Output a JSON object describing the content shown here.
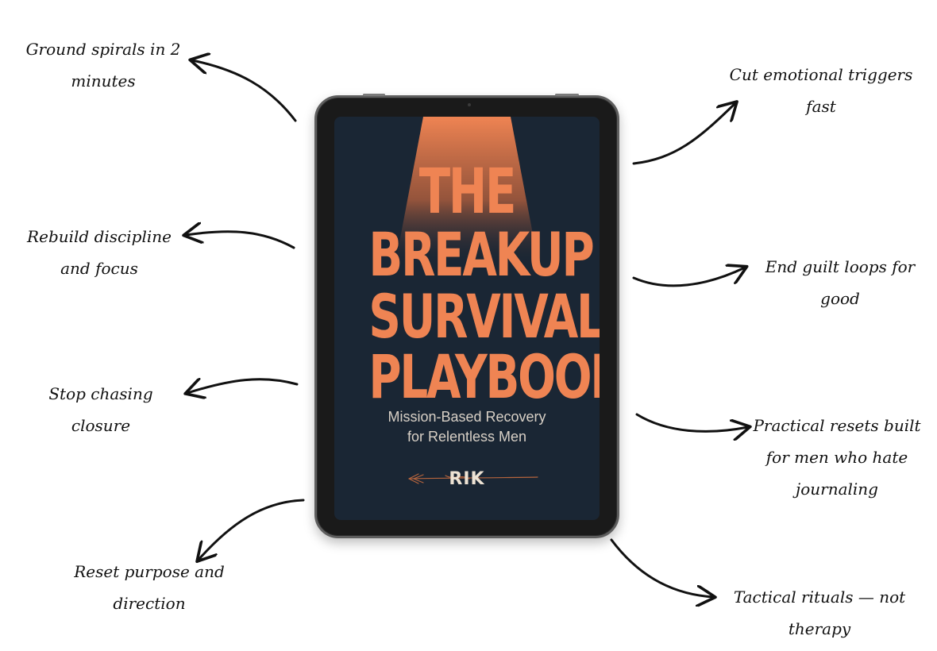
{
  "book": {
    "title_lines": [
      "THE",
      "BREAKUP",
      "SURVIVAL",
      "PLAYBOOK"
    ],
    "subtitle_lines": [
      "Mission-Based Recovery",
      "for Relentless Men"
    ],
    "author": "RIK"
  },
  "callouts": {
    "ground_spirals": "Ground spirals in 2 minutes",
    "rebuild_discipline": "Rebuild discipline and focus",
    "stop_chasing": "Stop chasing closure",
    "reset_purpose": "Reset purpose and direction",
    "cut_triggers": "Cut emotional triggers fast",
    "end_guilt": "End guilt loops for good",
    "practical_resets": "Practical resets built for men who hate journaling",
    "tactical_rituals": "Tactical rituals — not therapy"
  },
  "colors": {
    "accent_orange": "#ef8453",
    "screen_navy": "#1a2634",
    "ink": "#111111"
  }
}
